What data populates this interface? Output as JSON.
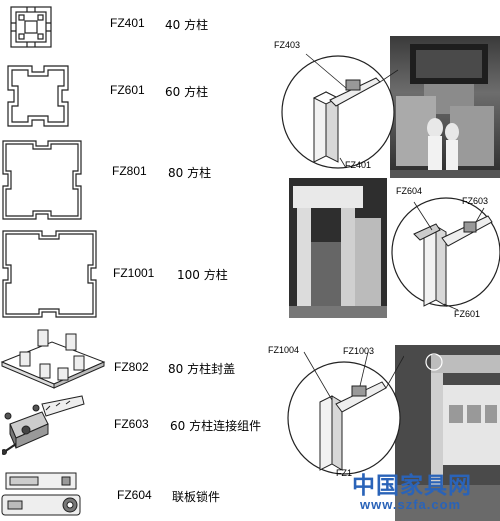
{
  "catalog": [
    {
      "code": "FZ401",
      "desc": "40 方柱"
    },
    {
      "code": "FZ601",
      "desc": "60 方柱"
    },
    {
      "code": "FZ801",
      "desc": "80 方柱"
    },
    {
      "code": "FZ1001",
      "desc": "100 方柱"
    },
    {
      "code": "FZ802",
      "desc": "80 方柱封盖"
    },
    {
      "code": "FZ603",
      "desc": "60 方柱连接组件"
    },
    {
      "code": "FZ604",
      "desc": "联板锁件"
    }
  ],
  "callouts": {
    "d1": {
      "top": "FZ403",
      "bottom": "FZ401"
    },
    "d2": {
      "left": "FZ604",
      "right": "FZ603",
      "bottom": "FZ601"
    },
    "d3": {
      "left": "FZ1004",
      "right": "FZ1003",
      "bottom": "FZ1"
    }
  },
  "watermark": {
    "name": "中国家具网",
    "url": "www.szfa.com"
  },
  "colors": {
    "watermark": "#2a63b8"
  }
}
